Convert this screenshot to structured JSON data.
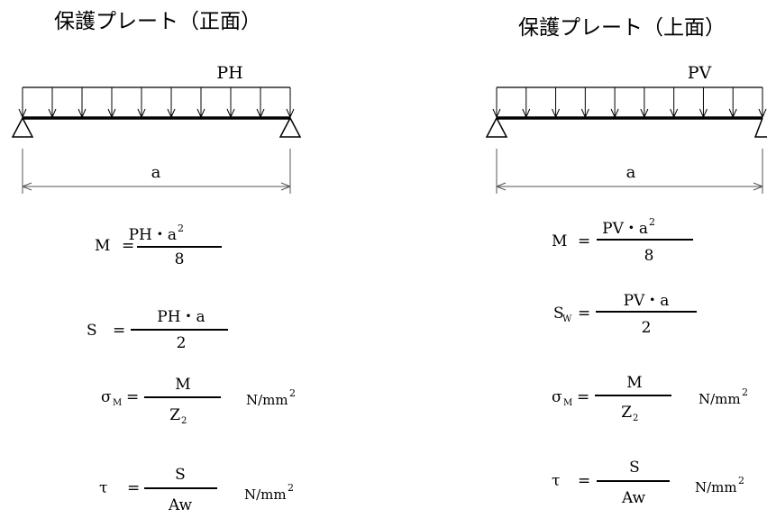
{
  "panels": [
    {
      "title": "保護プレート（正面）",
      "load": "PH",
      "span": "a",
      "formulas": {
        "moment": {
          "lhs": "M",
          "eq": "=",
          "num_base": "PH・a",
          "num_exp": "2",
          "den": "8"
        },
        "shear": {
          "lhs": "S",
          "eq": "=",
          "num": "PH・a",
          "den": "2"
        },
        "bending_stress": {
          "lhs": "σ",
          "lhs_sub": "M",
          "eq": "=",
          "num": "M",
          "den_base": "Z",
          "den_sub": "2",
          "unit_base": "N/mm",
          "unit_exp": "2"
        },
        "shear_stress": {
          "lhs": "τ",
          "eq": "=",
          "num": "S",
          "den": "Aw",
          "unit_base": "N/mm",
          "unit_exp": "2"
        }
      }
    },
    {
      "title": "保護プレート（上面）",
      "load": "PV",
      "span": "a",
      "formulas": {
        "moment": {
          "lhs": "M",
          "eq": "=",
          "num_base": "PV・a",
          "num_exp": "2",
          "den": "8"
        },
        "shear": {
          "lhs": "S",
          "lhs_sub": "W",
          "eq": "=",
          "num": "PV・a",
          "den": "2"
        },
        "bending_stress": {
          "lhs": "σ",
          "lhs_sub": "M",
          "eq": "=",
          "num": "M",
          "den_base": "Z",
          "den_sub": "2",
          "unit_base": "N/mm",
          "unit_exp": "2"
        },
        "shear_stress": {
          "lhs": "τ",
          "eq": "=",
          "num": "S",
          "den": "Aw",
          "unit_base": "N/mm",
          "unit_exp": "2"
        }
      }
    }
  ],
  "colors": {
    "ink": "#000000",
    "background": "#ffffff",
    "dimension_line": "#555555"
  }
}
